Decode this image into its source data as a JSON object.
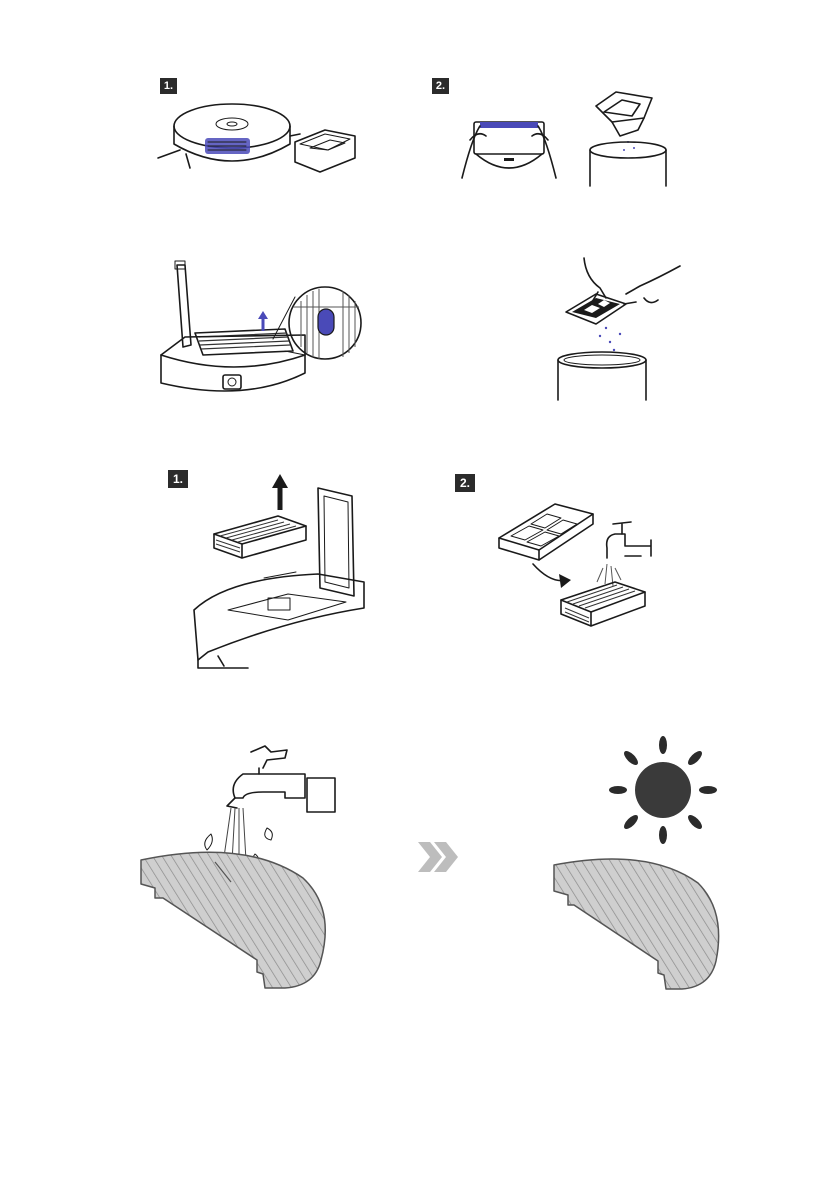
{
  "step_badges": {
    "dustbin_step1": "1.",
    "dustbin_step2": "2.",
    "filter_step1": "1.",
    "filter_step2": "2."
  },
  "colors": {
    "accent_blue": "#4a4ab8",
    "badge_bg": "#2b2b2b",
    "mop_gray": "#cfcfcf",
    "arrow_gray": "#bdbdbd",
    "sun": "#3a3a3a"
  }
}
